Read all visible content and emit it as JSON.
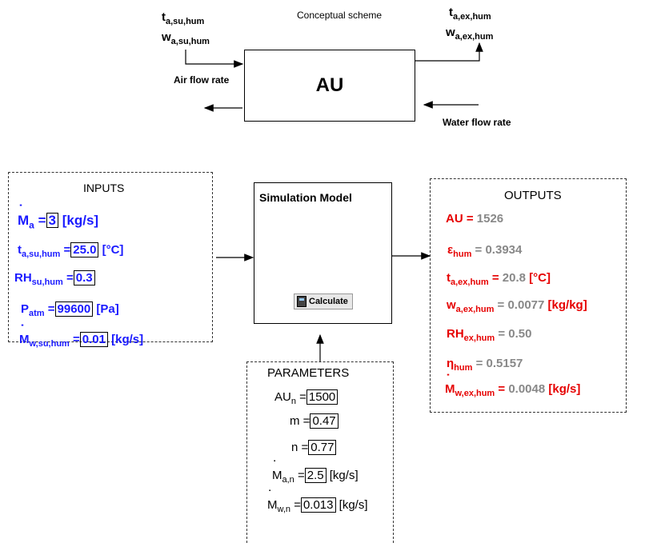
{
  "scheme": {
    "title": "Conceptual scheme",
    "box_label": "AU",
    "t_su": {
      "sym": "t",
      "sub": "a,su,hum"
    },
    "w_su": {
      "sym": "w",
      "sub": "a,su,hum"
    },
    "t_ex": {
      "sym": "t",
      "sub": "a,ex,hum"
    },
    "w_ex": {
      "sym": "w",
      "sub": "a,ex,hum"
    },
    "air_flow": "Air flow rate",
    "water_flow": "Water flow rate"
  },
  "inputs": {
    "title": "INPUTS",
    "ma": {
      "sym": "M",
      "sub": "a",
      "eq": "=",
      "value": "3",
      "unit": "[kg/s]"
    },
    "tsu": {
      "sym": "t",
      "sub": "a,su,hum",
      "eq": "=",
      "value": "25.0",
      "unit": "[°C]"
    },
    "rh": {
      "sym": "RH",
      "sub": "su,hum",
      "eq": "=",
      "value": "0.3"
    },
    "patm": {
      "sym": "P",
      "sub": "atm",
      "eq": "=",
      "value": "99600",
      "unit": "[Pa]"
    },
    "mw": {
      "sym": "M",
      "sub": "w,su,hum",
      "eq": "=",
      "value": "0.01",
      "unit": "[kg/s]"
    }
  },
  "model": {
    "title": "Simulation Model",
    "calculate": "Calculate"
  },
  "parameters": {
    "title": "PARAMETERS",
    "au": {
      "sym": "AU",
      "sub": "n",
      "eq": "=",
      "value": "1500"
    },
    "m": {
      "sym": "m",
      "eq": "=",
      "value": "0.47"
    },
    "n": {
      "sym": "n",
      "eq": "=",
      "value": "0.77"
    },
    "man": {
      "sym": "M",
      "sub": "a,n",
      "eq": "=",
      "value": "2.5",
      "unit": "[kg/s]"
    },
    "mwn": {
      "sym": "M",
      "sub": "w,n",
      "eq": "=",
      "value": "0.013",
      "unit": "[kg/s]"
    }
  },
  "outputs": {
    "title": "OUTPUTS",
    "au": {
      "sym": "AU",
      "eq": "=",
      "value": "1526"
    },
    "eps": {
      "sym": "ε",
      "sub": "hum",
      "eq": "=",
      "value": "0.3934"
    },
    "tex": {
      "sym": "t",
      "sub": "a,ex,hum",
      "eq": "=",
      "value": "20.8",
      "unit": "[°C]"
    },
    "wex": {
      "sym": "w",
      "sub": "a,ex,hum",
      "eq": "=",
      "value": "0.0077",
      "unit": "[kg/kg]"
    },
    "rhex": {
      "sym": "RH",
      "sub": "ex,hum",
      "eq": "=",
      "value": "0.50"
    },
    "eta": {
      "sym": "η",
      "sub": "hum",
      "eq": "=",
      "value": "0.5157"
    },
    "mwex": {
      "sym": "M",
      "sub": "w,ex,hum",
      "eq": "=",
      "value": "0.0048",
      "unit": "[kg/s]"
    }
  }
}
